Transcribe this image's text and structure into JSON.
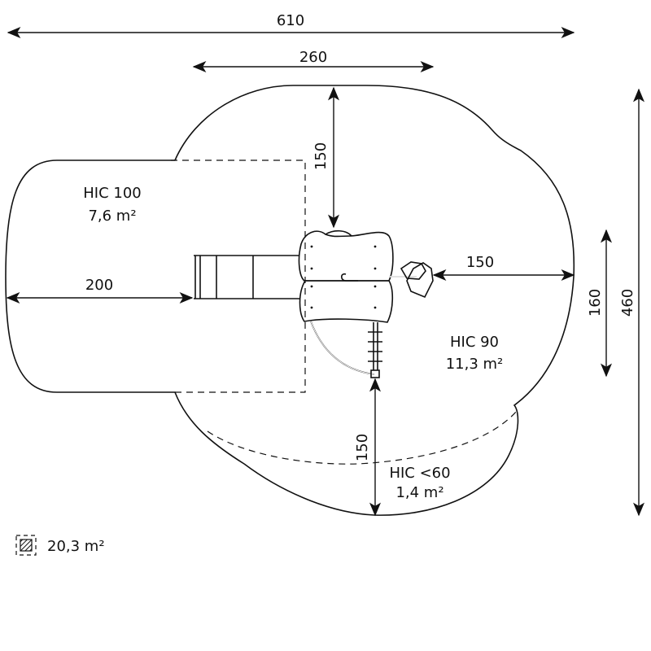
{
  "dimensions": {
    "total_width": "610",
    "structure_width": "260",
    "top_clearance": "150",
    "left_clearance": "200",
    "right_clearance": "150",
    "structure_depth": "160",
    "total_depth": "460",
    "bottom_clearance": "150"
  },
  "zones": [
    {
      "hic": "HIC 100",
      "area": "7,6 m²"
    },
    {
      "hic": "HIC 90",
      "area": "11,3 m²"
    },
    {
      "hic": "HIC <60",
      "area": "1,4 m²"
    }
  ],
  "legend": {
    "icon": "hatched-area-icon",
    "total_area": "20,3 m²"
  },
  "colors": {
    "line": "#111111",
    "background": "#ffffff"
  }
}
